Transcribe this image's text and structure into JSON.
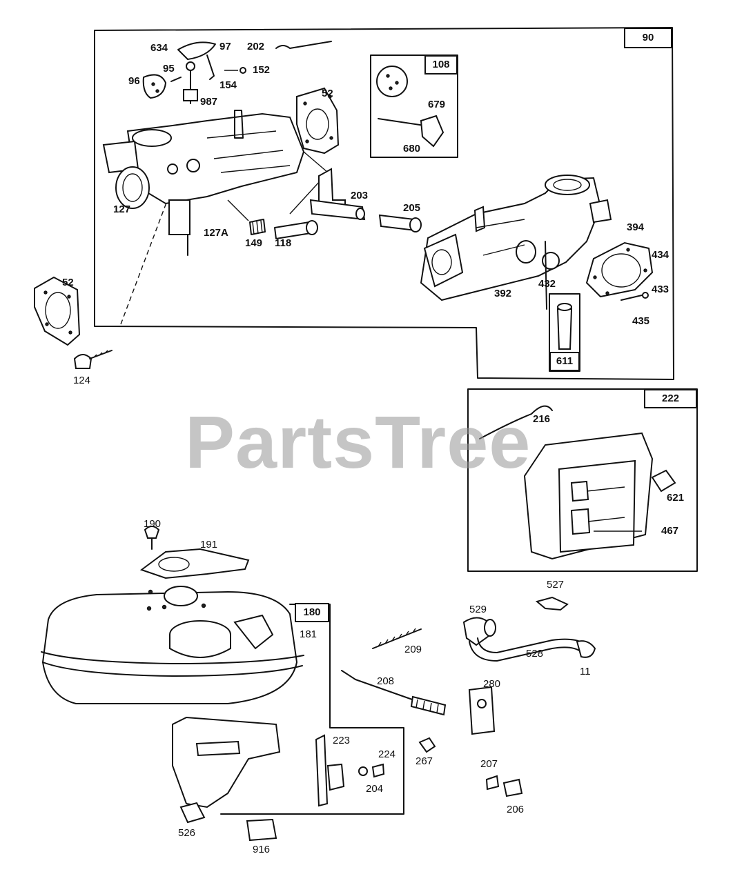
{
  "watermark": "PartsTree",
  "group_boxes": {
    "carburetor": "90",
    "choke_kit": "108",
    "float_bowl": "611",
    "control": "222",
    "fuel_tank": "180"
  },
  "callouts": {
    "c634": "634",
    "c97": "97",
    "c202": "202",
    "c95": "95",
    "c152": "152",
    "c96": "96",
    "c154": "154",
    "c987": "987",
    "c52a": "52",
    "c127": "127",
    "c127A": "127A",
    "c149": "149",
    "c118": "118",
    "c203": "203",
    "c205": "205",
    "c679": "679",
    "c680": "680",
    "c394": "394",
    "c434": "434",
    "c392": "392",
    "c432": "432",
    "c433": "433",
    "c435": "435",
    "c52b": "52",
    "c124": "124",
    "c216": "216",
    "c621": "621",
    "c467": "467",
    "c190": "190",
    "c191": "191",
    "c181": "181",
    "c527": "527",
    "c529": "529",
    "c209": "209",
    "c528": "528",
    "c11": "11",
    "c208": "208",
    "c280": "280",
    "c223": "223",
    "c224": "224",
    "c267": "267",
    "c204": "204",
    "c207": "207",
    "c206": "206",
    "c526": "526",
    "c916": "916"
  }
}
